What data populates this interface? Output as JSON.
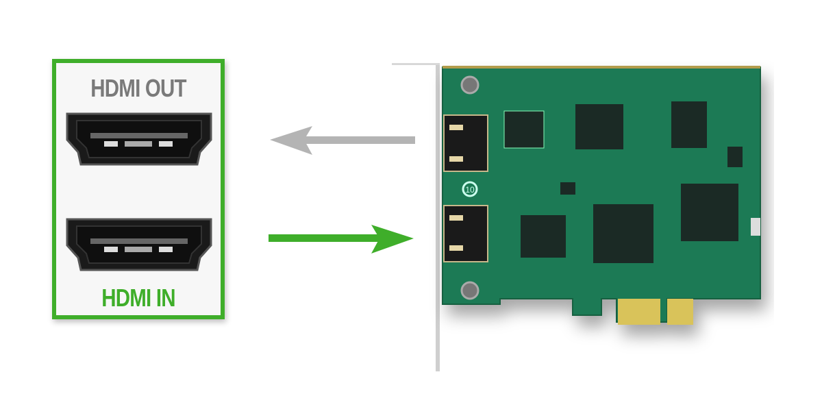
{
  "diagram": {
    "panel": {
      "border_color": "#3fae2a",
      "top_label": "HDMI OUT",
      "bottom_label": "HDMI IN",
      "top_label_color": "#7a7a7a",
      "bottom_label_color": "#3fae2a",
      "ports": [
        {
          "name": "HDMI OUT",
          "icon": "hdmi-port-icon"
        },
        {
          "name": "HDMI IN",
          "icon": "hdmi-port-icon"
        }
      ]
    },
    "arrows": [
      {
        "direction": "left",
        "color": "#b4b4b4",
        "meaning": "output from card"
      },
      {
        "direction": "right",
        "color": "#3fae2a",
        "meaning": "input to card"
      }
    ],
    "card": {
      "type": "PCIe capture card",
      "pcb_color": "#1f7a55",
      "bracket_marking": "10",
      "ports": [
        "HDMI OUT",
        "HDMI IN"
      ]
    }
  }
}
